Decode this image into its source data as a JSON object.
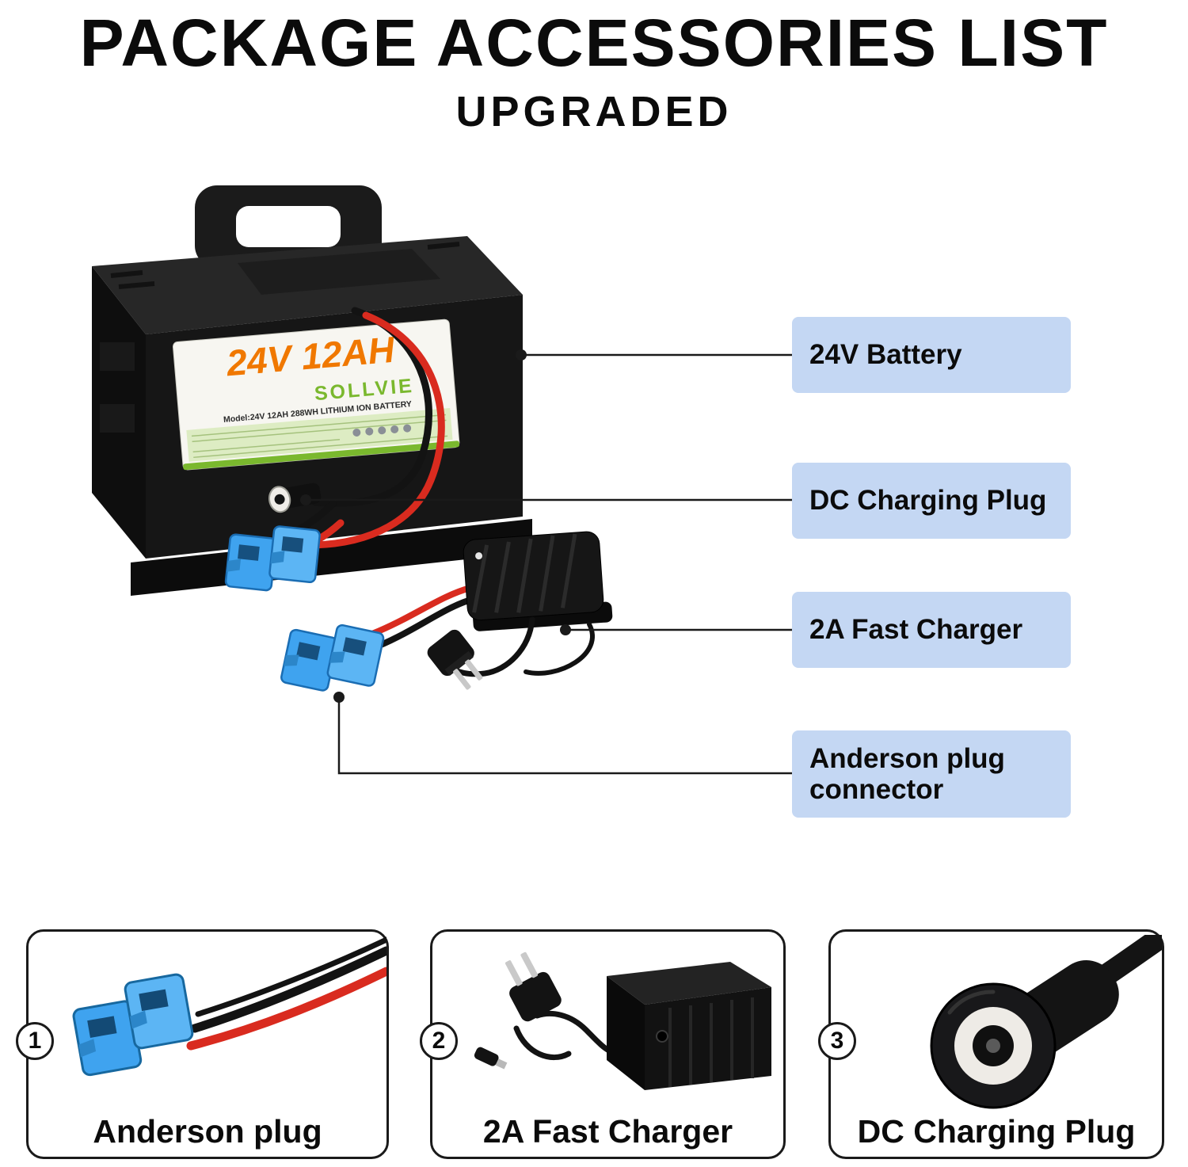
{
  "header": {
    "title": "PACKAGE ACCESSORIES LIST",
    "subtitle": "UPGRADED"
  },
  "battery_label": {
    "capacity": "24V 12AH",
    "brand": "SOLLVIE",
    "model_line": "Model:24V 12AH 288WH  LITHIUM ION BATTERY"
  },
  "callouts": [
    {
      "label": "24V Battery"
    },
    {
      "label": "DC Charging Plug"
    },
    {
      "label": "2A Fast Charger"
    },
    {
      "label": "Anderson plug connector"
    }
  ],
  "bottom_items": [
    {
      "number": "1",
      "caption": "Anderson plug"
    },
    {
      "number": "2",
      "caption": "2A Fast Charger"
    },
    {
      "number": "3",
      "caption": "DC Charging Plug"
    }
  ],
  "colors": {
    "callout_bg": "#c4d7f3",
    "accent_orange": "#f07800",
    "brand_green": "#7ab82e",
    "label_green_block": "#ddecc3",
    "anderson_blue": "#3fa3ef",
    "anderson_blue_light": "#5cb5f4",
    "wire_red": "#d92b1f",
    "line_black": "#1a1a1a"
  }
}
